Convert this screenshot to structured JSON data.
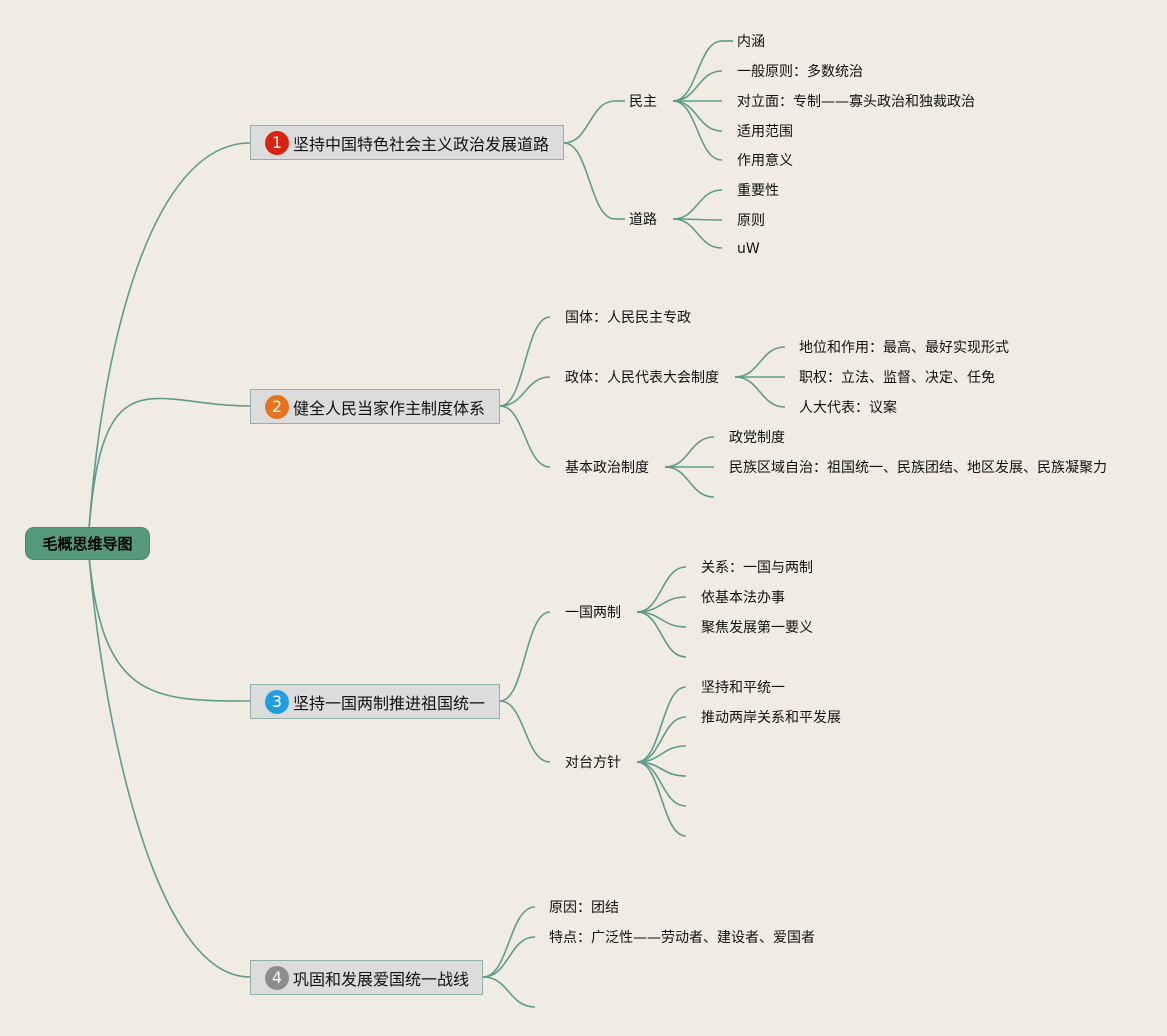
{
  "root": "毛概思维导图",
  "topics": [
    {
      "badge": "1",
      "badge_color": "#d8240e",
      "label": "坚持中国特色社会主义政治发展道路",
      "children": [
        {
          "label": "民主",
          "children": [
            "内涵",
            "一般原则：多数统治",
            "对立面：专制——寡头政治和独裁政治",
            "适用范围",
            "作用意义"
          ]
        },
        {
          "label": "道路",
          "children": [
            "重要性",
            "原则",
            "uW"
          ]
        }
      ]
    },
    {
      "badge": "2",
      "badge_color": "#e8731f",
      "label": "健全人民当家作主制度体系",
      "children": [
        {
          "label": "国体：人民民主专政",
          "children": []
        },
        {
          "label": "政体：人民代表大会制度",
          "children": [
            "地位和作用：最高、最好实现形式",
            "职权：立法、监督、决定、任免",
            "人大代表：议案"
          ]
        },
        {
          "label": "基本政治制度",
          "children": [
            "政党制度",
            "民族区域自治：祖国统一、民族团结、地区发展、民族凝聚力",
            ""
          ]
        }
      ]
    },
    {
      "badge": "3",
      "badge_color": "#229de0",
      "label": "坚持一国两制推进祖国统一",
      "children": [
        {
          "label": "一国两制",
          "children": [
            "关系：一国与两制",
            "依基本法办事",
            "聚焦发展第一要义",
            ""
          ]
        },
        {
          "label": "对台方针",
          "children": [
            "坚持和平统一",
            "推动两岸关系和平发展",
            "",
            "",
            "",
            ""
          ]
        }
      ]
    },
    {
      "badge": "4",
      "badge_color": "#8c8c8c",
      "label": "巩固和发展爱国统一战线",
      "children": [
        {
          "label": "原因：团结",
          "children": []
        },
        {
          "label": "特点：广泛性——劳动者、建设者、爱国者",
          "children": []
        },
        {
          "label": "",
          "children": []
        }
      ]
    }
  ]
}
